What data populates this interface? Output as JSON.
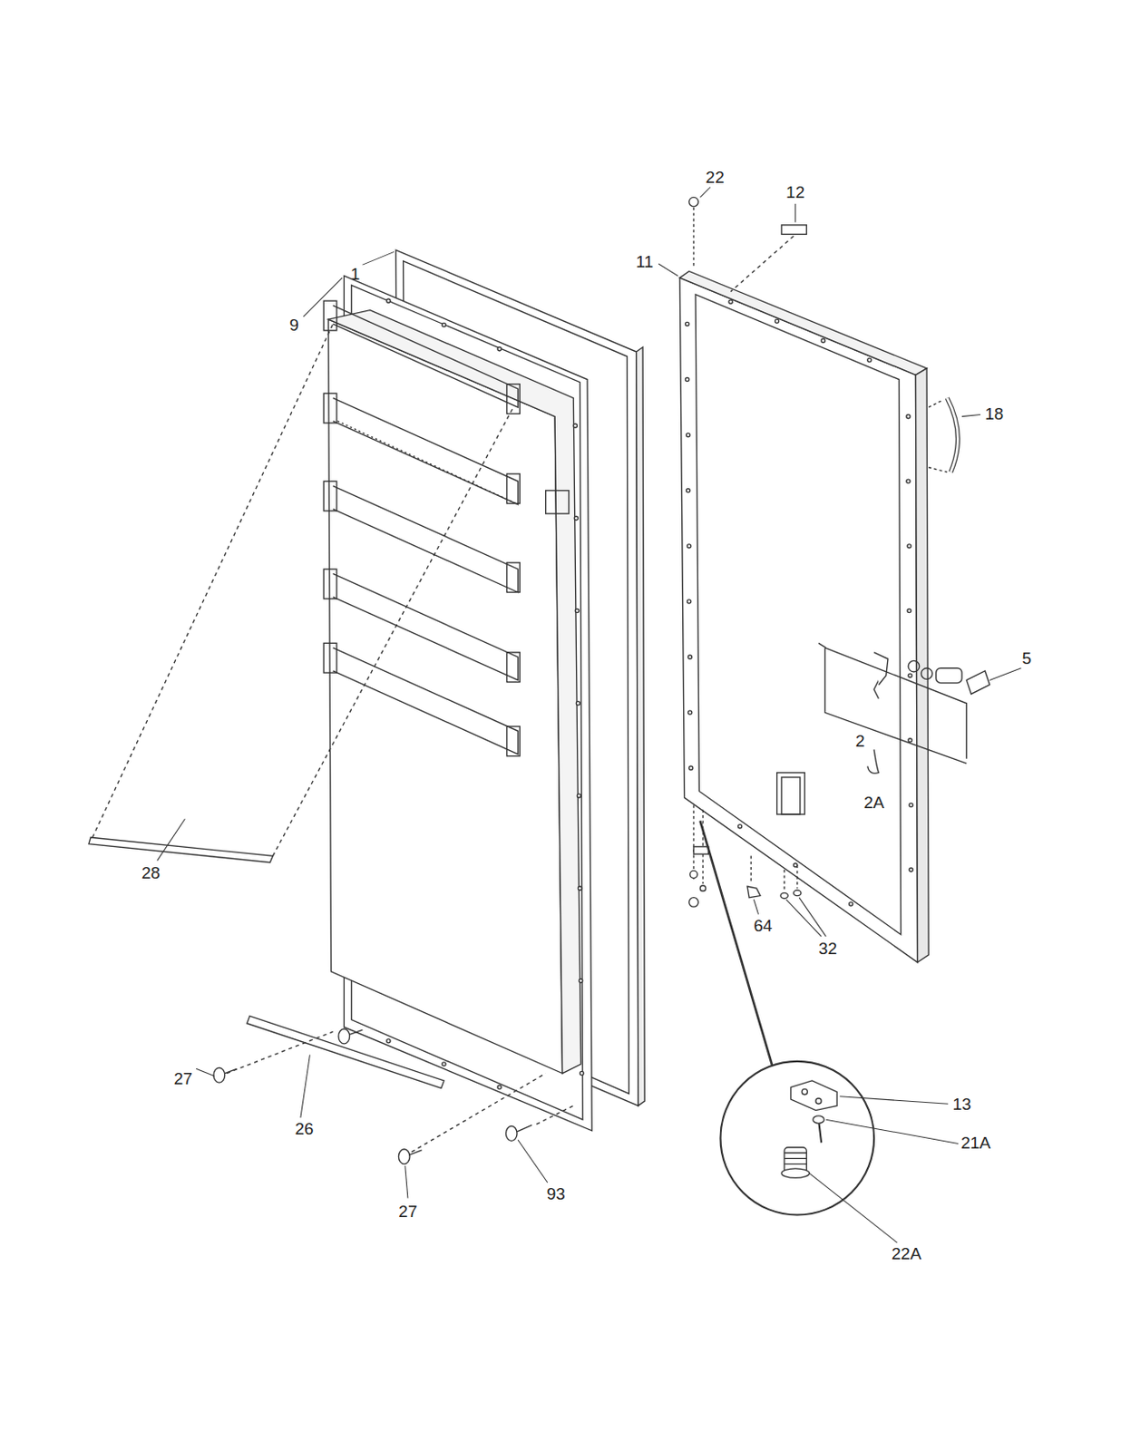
{
  "diagram": {
    "labels": [
      "22",
      "12",
      "11",
      "1",
      "9",
      "18",
      "5",
      "2",
      "2A",
      "28",
      "64",
      "32",
      "27",
      "26",
      "93",
      "27",
      "13",
      "21A",
      "22A"
    ]
  }
}
